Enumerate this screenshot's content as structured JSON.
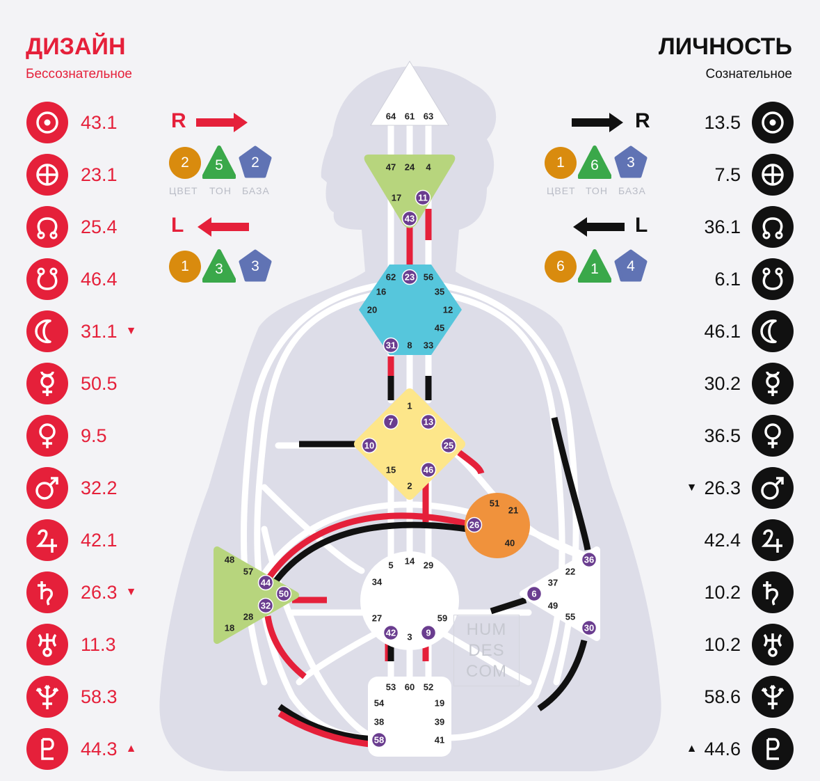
{
  "design": {
    "title": "ДИЗАЙН",
    "subtitle": "Бессознательное",
    "color": "#e5203a",
    "planets": [
      {
        "icon": "sun-icon",
        "value": "43.1",
        "mark": ""
      },
      {
        "icon": "earth-icon",
        "value": "23.1",
        "mark": ""
      },
      {
        "icon": "north-node-icon",
        "value": "25.4",
        "mark": ""
      },
      {
        "icon": "south-node-icon",
        "value": "46.4",
        "mark": ""
      },
      {
        "icon": "moon-icon",
        "value": "31.1",
        "mark": "▼"
      },
      {
        "icon": "mercury-icon",
        "value": "50.5",
        "mark": ""
      },
      {
        "icon": "venus-icon",
        "value": "9.5",
        "mark": ""
      },
      {
        "icon": "mars-icon",
        "value": "32.2",
        "mark": ""
      },
      {
        "icon": "jupiter-icon",
        "value": "42.1",
        "mark": ""
      },
      {
        "icon": "saturn-icon",
        "value": "26.3",
        "mark": "▼"
      },
      {
        "icon": "uranus-icon",
        "value": "11.3",
        "mark": ""
      },
      {
        "icon": "neptune-icon",
        "value": "58.3",
        "mark": ""
      },
      {
        "icon": "pluto-icon",
        "value": "44.3",
        "mark": "▲"
      }
    ],
    "arrows": [
      {
        "label": "R",
        "direction": "right",
        "color": "1",
        "tone": "5",
        "base": "2",
        "color_val": "2"
      },
      {
        "label": "L",
        "direction": "left",
        "color_val": "1",
        "tone": "3",
        "base": "3"
      }
    ]
  },
  "personality": {
    "title": "ЛИЧНОСТЬ",
    "subtitle": "Сознательное",
    "color": "#111111",
    "planets": [
      {
        "icon": "sun-icon",
        "value": "13.5",
        "mark": ""
      },
      {
        "icon": "earth-icon",
        "value": "7.5",
        "mark": ""
      },
      {
        "icon": "north-node-icon",
        "value": "36.1",
        "mark": ""
      },
      {
        "icon": "south-node-icon",
        "value": "6.1",
        "mark": ""
      },
      {
        "icon": "moon-icon",
        "value": "46.1",
        "mark": ""
      },
      {
        "icon": "mercury-icon",
        "value": "30.2",
        "mark": ""
      },
      {
        "icon": "venus-icon",
        "value": "36.5",
        "mark": ""
      },
      {
        "icon": "mars-icon",
        "value": "26.3",
        "mark": "▼"
      },
      {
        "icon": "jupiter-icon",
        "value": "42.4",
        "mark": ""
      },
      {
        "icon": "saturn-icon",
        "value": "10.2",
        "mark": ""
      },
      {
        "icon": "uranus-icon",
        "value": "10.2",
        "mark": ""
      },
      {
        "icon": "neptune-icon",
        "value": "58.6",
        "mark": ""
      },
      {
        "icon": "pluto-icon",
        "value": "44.6",
        "mark": "▲"
      }
    ],
    "arrows": [
      {
        "label": "R",
        "direction": "right",
        "color_val": "1",
        "tone": "6",
        "base": "3"
      },
      {
        "label": "L",
        "direction": "left",
        "color_val": "6",
        "tone": "1",
        "base": "4"
      }
    ]
  },
  "captions": {
    "color": "ЦВЕТ",
    "tone": "ТОН",
    "base": "БАЗА"
  },
  "variable_colors": {
    "color": "#d98b0e",
    "tone": "#3aa84a",
    "base": "#6073b4"
  },
  "watermark": {
    "line1": "HUM",
    "line2": "DES",
    "line3": "COM"
  },
  "centers": {
    "head": {
      "color": "#ffffff",
      "gates": [
        "64",
        "61",
        "63"
      ]
    },
    "ajna": {
      "color": "#b7d57d",
      "gates": [
        "47",
        "24",
        "4",
        "17",
        "11",
        "43"
      ]
    },
    "throat": {
      "color": "#56c6dc",
      "gates": [
        "62",
        "23",
        "56",
        "16",
        "35",
        "20",
        "12",
        "45",
        "31",
        "8",
        "33"
      ]
    },
    "g": {
      "color": "#fde68a",
      "gates": [
        "1",
        "7",
        "13",
        "10",
        "25",
        "15",
        "46",
        "2"
      ]
    },
    "heart": {
      "color": "#f0923c",
      "gates": [
        "51",
        "21",
        "26",
        "40"
      ]
    },
    "spleen": {
      "color": "#b7d57d",
      "gates": [
        "48",
        "57",
        "44",
        "50",
        "32",
        "28",
        "18"
      ]
    },
    "sacral": {
      "color": "#ffffff",
      "gates": [
        "5",
        "14",
        "29",
        "34",
        "27",
        "59",
        "42",
        "3",
        "9"
      ]
    },
    "solar_plexus": {
      "color": "#ffffff",
      "gates": [
        "36",
        "22",
        "37",
        "6",
        "49",
        "55",
        "30"
      ]
    },
    "root": {
      "color": "#ffffff",
      "gates": [
        "53",
        "60",
        "52",
        "54",
        "19",
        "38",
        "39",
        "58",
        "41"
      ]
    }
  },
  "active_gates": [
    "11",
    "43",
    "23",
    "31",
    "7",
    "13",
    "10",
    "25",
    "46",
    "26",
    "44",
    "50",
    "32",
    "42",
    "9",
    "36",
    "6",
    "30",
    "58"
  ]
}
